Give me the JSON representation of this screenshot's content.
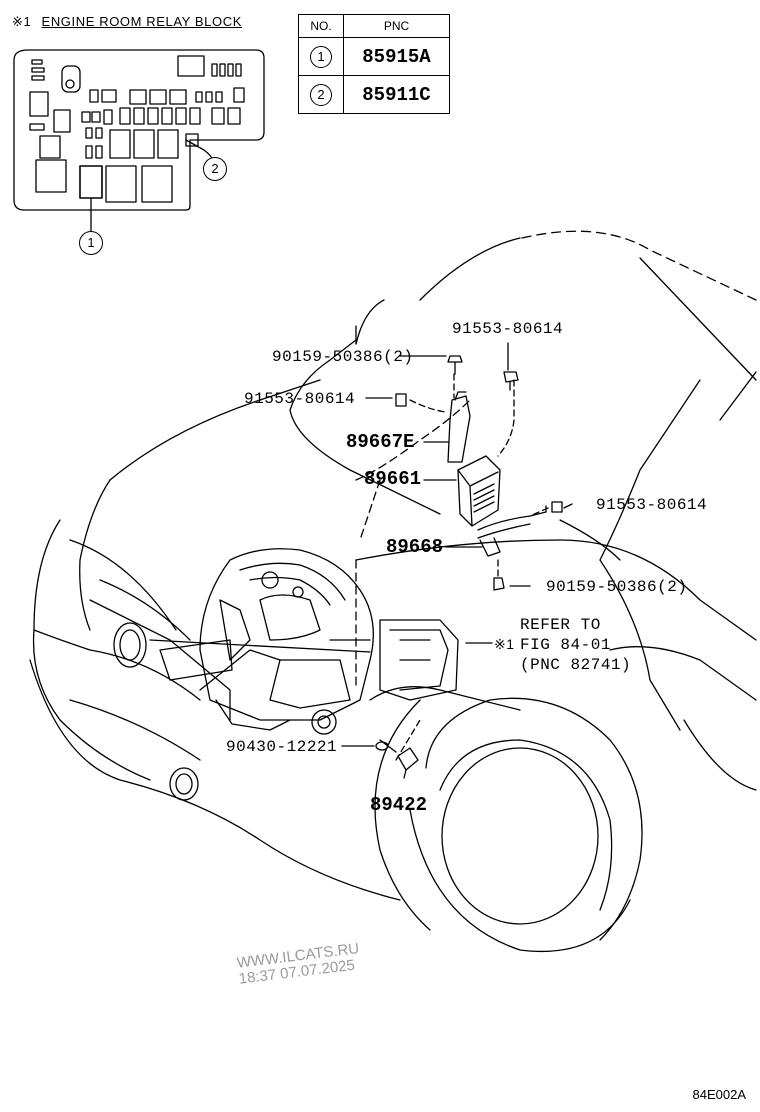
{
  "relay_block": {
    "mark": "※1",
    "title": "ENGINE ROOM RELAY BLOCK",
    "callout_1": "1",
    "callout_2": "2"
  },
  "pnc_table": {
    "col_no": "NO.",
    "col_pnc": "PNC",
    "rows": [
      {
        "no": "1",
        "pnc": "85915A"
      },
      {
        "no": "2",
        "pnc": "85911C"
      }
    ]
  },
  "parts": {
    "bolt_top": "90159-50386(2)",
    "nut_top": "91553-80614",
    "nut_left": "91553-80614",
    "bracket": "89667E",
    "ecu": "89661",
    "nut_right": "91553-80614",
    "harness_bracket": "89668",
    "bolt_bottom": "90159-50386(2)",
    "refer_line1": "REFER TO",
    "refer_mark": "※1",
    "refer_line2": "FIG 84-01",
    "refer_line3": "(PNC 82741)",
    "gasket": "90430-12221",
    "sensor": "89422"
  },
  "watermark": {
    "site": "WWW.ILCATS.RU",
    "stamp": "18:37 07.07.2025"
  },
  "figure_code": "84E002A"
}
